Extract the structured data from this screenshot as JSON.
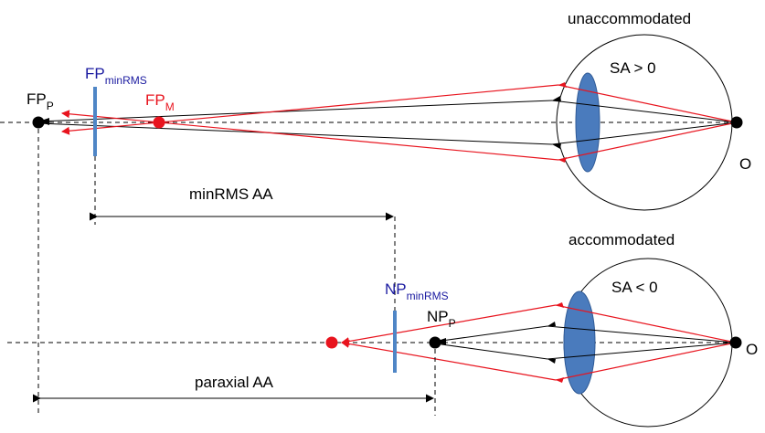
{
  "labels": {
    "unaccommodated": "unaccommodated",
    "sa_pos": "SA > 0",
    "fp_min_main": "FP",
    "fp_min_sub": "minRMS",
    "fpp_main": "FP",
    "fpp_sub": "P",
    "fpm_main": "FP",
    "fpm_sub": "M",
    "o_top": "O",
    "minrms_aa": "minRMS AA",
    "accommodated": "accommodated",
    "sa_neg": "SA < 0",
    "np_min_main": "NP",
    "np_min_sub": "minRMS",
    "npp_main": "NP",
    "npp_sub": "P",
    "o_bottom": "O",
    "paraxial_aa": "paraxial AA"
  },
  "colors": {
    "ray_red": "#e8141e",
    "ray_black": "#000000",
    "lens_fill": "#4a7bbd",
    "lens_stroke": "#2f5a96",
    "plane_blue": "#4f86c6",
    "label_navy": "#1a1aa0",
    "label_red": "#e8141e"
  }
}
